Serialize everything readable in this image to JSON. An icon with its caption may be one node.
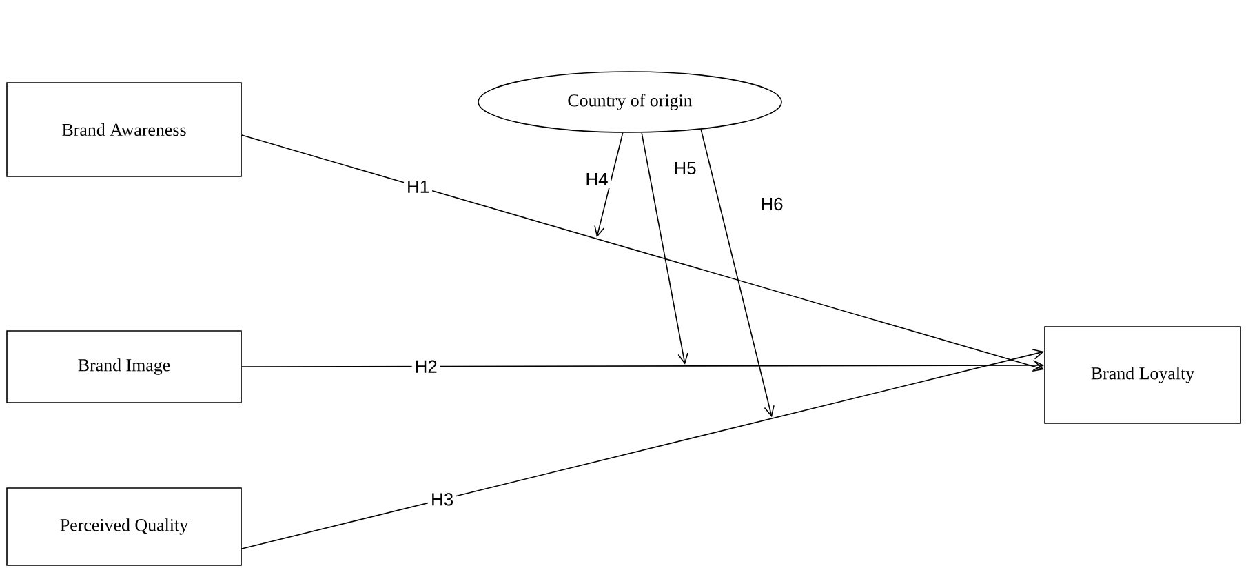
{
  "diagram": {
    "nodes": [
      {
        "text": [
          "Country of origin"
        ]
      },
      {
        "text": [
          "Brand Awareness"
        ]
      },
      {
        "text": [
          "Brand Image"
        ]
      },
      {
        "text": [
          "Perceived Quality"
        ]
      },
      {
        "text": [
          "Brand Loyalty"
        ]
      }
    ],
    "edges": [
      {
        "from": 1,
        "to": 4,
        "arrow": "to",
        "label": "H1"
      },
      {
        "from": 2,
        "to": 4,
        "arrow": "to",
        "label": "H2"
      },
      {
        "from": 3,
        "to": 4,
        "arrow": "to",
        "label": "H3"
      },
      {
        "from": 0,
        "to": null,
        "arrow": "to",
        "label": "H4"
      },
      {
        "from": 0,
        "to": null,
        "arrow": "to",
        "label": "H5"
      },
      {
        "from": 0,
        "to": null,
        "arrow": "to",
        "label": "H6"
      }
    ]
  }
}
